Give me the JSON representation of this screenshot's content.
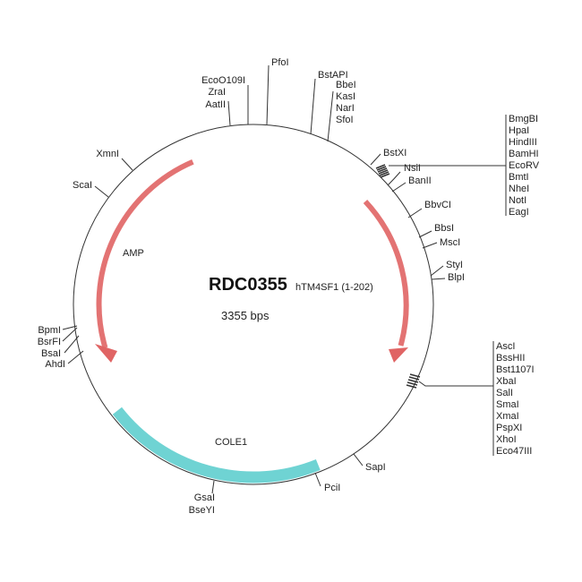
{
  "plasmid": {
    "name": "RDC0355",
    "insert": "hTM4SF1 (1-202)",
    "size": "3355 bps",
    "colors": {
      "backbone": "#333333",
      "amp": "#e06464",
      "ori": "#6fd3d3"
    }
  },
  "features": {
    "amp": "AMP",
    "ori": "COLE1"
  },
  "sites": {
    "aatii": "AatII",
    "zrai": "ZraI",
    "eco": "EcoO109I",
    "pfoi": "PfoI",
    "bstapi": "BstAPI",
    "bbei": "BbeI",
    "kasi": "KasI",
    "nari": "NarI",
    "sfoi": "SfoI",
    "bstxi": "BstXI",
    "nsii": "NsiI",
    "banii": "BanII",
    "bbvci": "BbvCI",
    "bbsi": "BbsI",
    "msci": "MscI",
    "styi": "StyI",
    "blpi": "BlpI",
    "sapi": "SapI",
    "pcii": "PciI",
    "gsai": "GsaI",
    "bseyi": "BseYI",
    "ahdi": "AhdI",
    "bsai": "BsaI",
    "bsrfi": "BsrFI",
    "bpmi": "BpmI",
    "xmni": "XmnI",
    "scai": "ScaI"
  },
  "mcs1": [
    "BmgBI",
    "HpaI",
    "HindIII",
    "BamHI",
    "EcoRV",
    "BmtI",
    "NheI",
    "NotI",
    "EagI"
  ],
  "mcs2": [
    "AscI",
    "BssHII",
    "Bst1107I",
    "XbaI",
    "SalI",
    "SmaI",
    "XmaI",
    "PspXI",
    "XhoI",
    "Eco47III"
  ]
}
